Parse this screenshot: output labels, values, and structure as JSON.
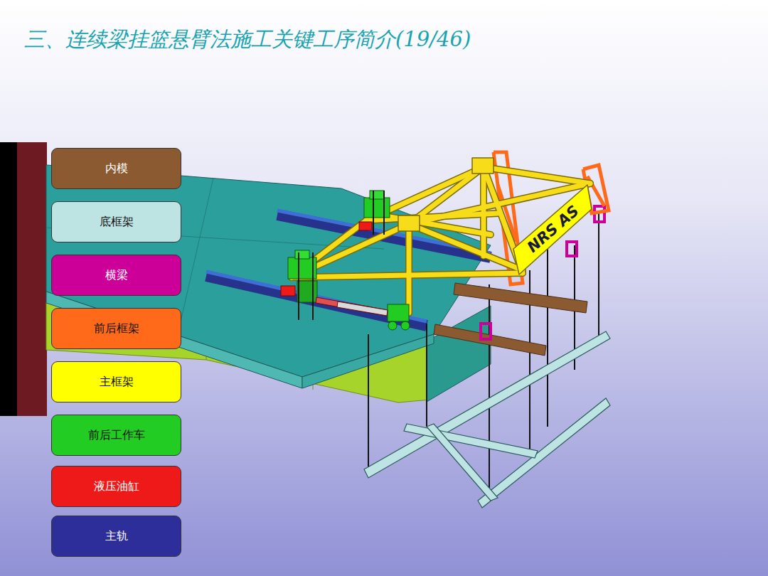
{
  "diagram": {
    "title": "三、连续梁挂篮悬臂法施工关键工序简介(19/46)",
    "labels": [
      "NRS AS"
    ],
    "legend": [
      {
        "text": "内模",
        "color": "#8c5a30"
      },
      {
        "text": "底框架",
        "color": "#bde3e3"
      },
      {
        "text": "横梁",
        "color": "#cc0099"
      },
      {
        "text": "前后框架",
        "color": "#ff6a1a"
      },
      {
        "text": "主框架",
        "color": "#ffff00"
      },
      {
        "text": "前后工作车",
        "color": "#22cc22"
      },
      {
        "text": "液压油缸",
        "color": "#ee1a1a"
      },
      {
        "text": "主轨",
        "color": "#2e2e9a"
      }
    ]
  }
}
